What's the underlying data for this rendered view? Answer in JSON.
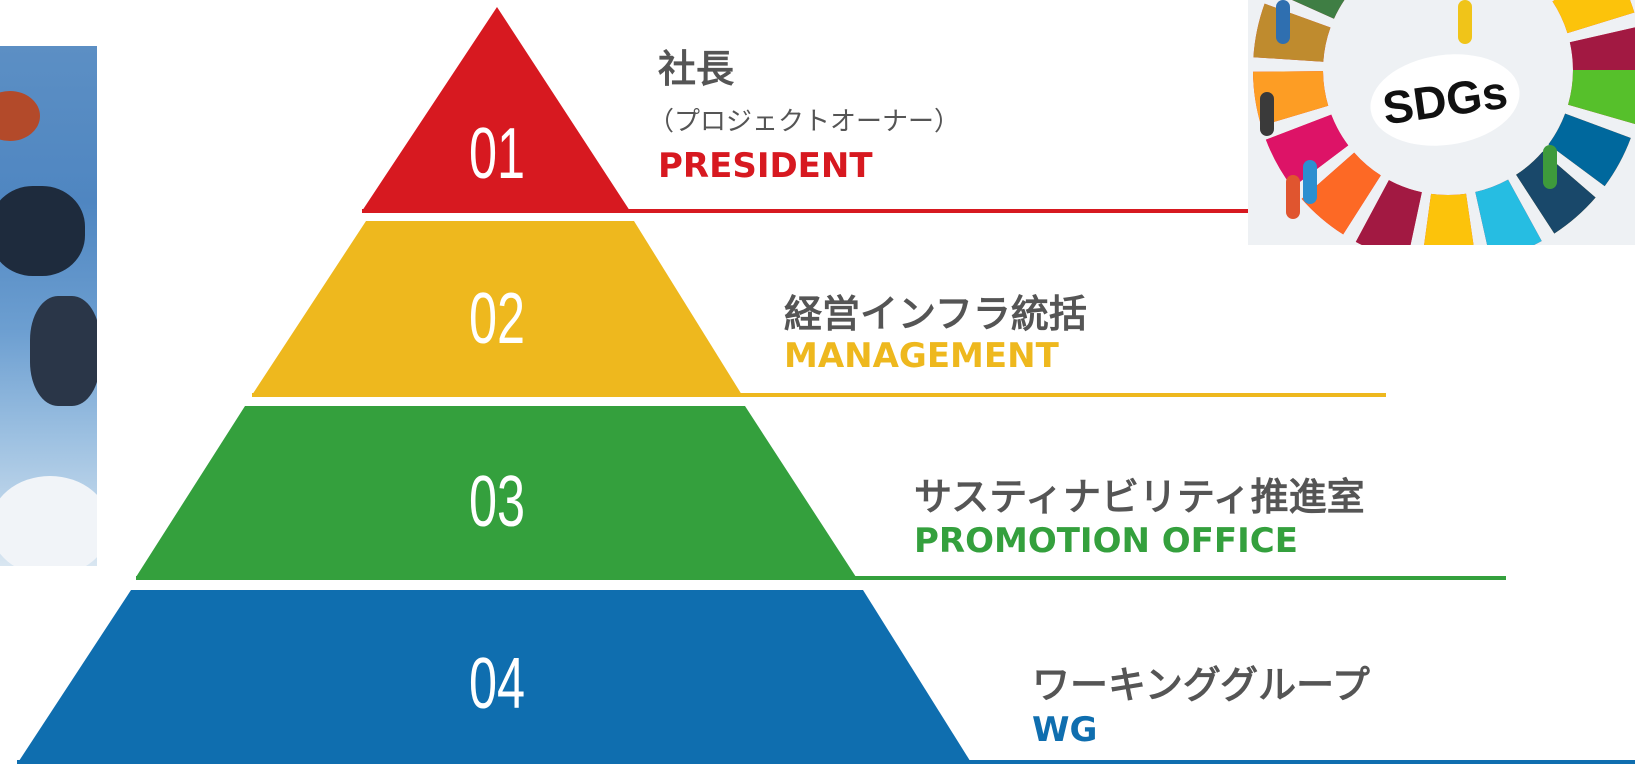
{
  "colors": {
    "red": "#d71920",
    "yellow": "#eeb81e",
    "green": "#34a03d",
    "blue": "#0f6eaf",
    "text_gray": "#555555"
  },
  "photo_right": {
    "badge_text": "SDGs"
  },
  "tiers": [
    {
      "number": "01",
      "title_jp": "社長",
      "subtitle_jp": "（プロジェクトオーナー）",
      "title_en": "PRESIDENT"
    },
    {
      "number": "02",
      "title_jp": "経営インフラ統括",
      "title_en": "MANAGEMENT"
    },
    {
      "number": "03",
      "title_jp": "サスティナビリティ推進室",
      "title_en": "PROMOTION OFFICE"
    },
    {
      "number": "04",
      "title_jp": "ワーキンググループ",
      "title_en": "WG"
    }
  ]
}
